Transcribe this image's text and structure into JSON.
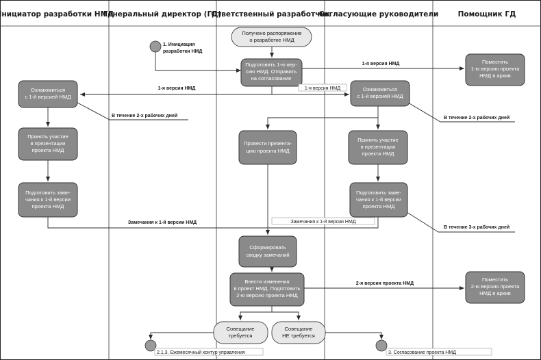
{
  "lanes": [
    "Инициатор разработки НМД",
    "Генеральный директор (ГД)",
    "Ответственный разработчик",
    "Согласующие руководители",
    "Помощник ГД"
  ],
  "start": {
    "node_label": [
      "1. Инициация",
      "разработки НМД"
    ],
    "received": [
      "Получено распоряжение",
      "о разработке НМД"
    ]
  },
  "boxes": {
    "prepare_v1": [
      "Подготовить 1-ю вер-",
      "сию НМД. Отправить",
      "на согласование"
    ],
    "archive_v1": [
      "Поместить",
      "1-ю версию проекта",
      "НМД в архив"
    ],
    "init_review": [
      "Ознакомиться",
      "с 1-й версией НМД"
    ],
    "appr_review": [
      "Ознакомиться",
      "с 1-й версией НМД"
    ],
    "init_present": [
      "Принять участие",
      "в презентации",
      "проекта НМД"
    ],
    "dev_present": [
      "Провести презента-",
      "цию проекта НМД"
    ],
    "appr_present": [
      "Принять участие",
      "в презентации",
      "проекта НМД"
    ],
    "init_remarks": [
      "Подготовить заме-",
      "чания к 1-й версии",
      "проекта НМД"
    ],
    "appr_remarks": [
      "Подготовить заме-",
      "чания к 1-й версии",
      "проекта НМД"
    ],
    "summary": [
      "Сформировать",
      "сводку замечаний"
    ],
    "changes": [
      "Внести изменения",
      "в проект НМД. Подготовить",
      "2-ю версию проекта НМД"
    ],
    "archive_v2": [
      "Поместить",
      "2-ю версию проекта",
      "НМД в архив"
    ]
  },
  "decisions": {
    "meeting_yes": [
      "Совещание",
      "требуется"
    ],
    "meeting_no": [
      "Совещание",
      "НЕ требуется"
    ]
  },
  "flow_labels": {
    "v1_to_assistant": "1-я версия НМД",
    "v1_to_initiator": "1-я версия НМД",
    "v1_to_approvers": "1-я версия НМД",
    "deadline_initiator": "В течение 2-х рабочих дней",
    "deadline_approvers": "В течение 2-х рабочих дней",
    "remarks_initiator": "Замечания к 1-й версии НМД",
    "remarks_approvers": "Замечания к 1-й версии НМД",
    "deadline_remarks": "В течение 3-х рабочих дней",
    "v2_to_assistant": "2-я версия проекта НМД"
  },
  "end_refs": {
    "monthly": "2.1.3. Ежемесячный контур управления",
    "approval": "3. Согласование проекта НМД"
  }
}
